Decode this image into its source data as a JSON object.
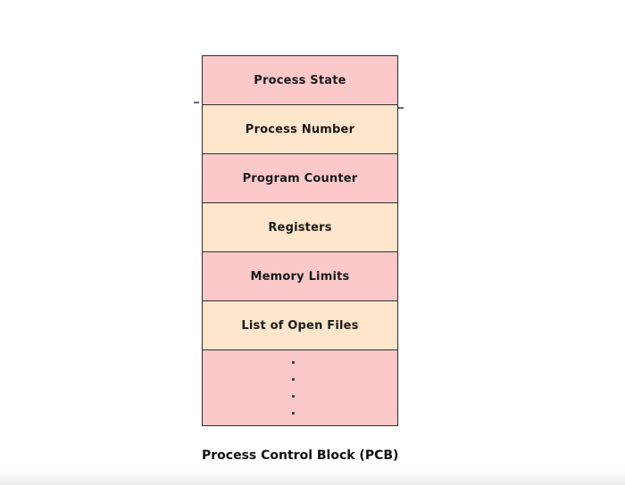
{
  "diagram": {
    "caption": "Process Control Block (PCB)",
    "colors": {
      "pink": "#fbc9ca",
      "cream": "#fde6cb",
      "border": "#2d2d2d",
      "text": "#1a1a1a"
    },
    "rows": [
      {
        "label": "Process State",
        "fill": "pink"
      },
      {
        "label": "Process Number",
        "fill": "cream"
      },
      {
        "label": "Program Counter",
        "fill": "pink"
      },
      {
        "label": "Registers",
        "fill": "cream"
      },
      {
        "label": "Memory Limits",
        "fill": "pink"
      },
      {
        "label": "List of Open Files",
        "fill": "cream"
      }
    ],
    "ellipsis_block": {
      "fill": "pink",
      "dots": 4
    }
  }
}
